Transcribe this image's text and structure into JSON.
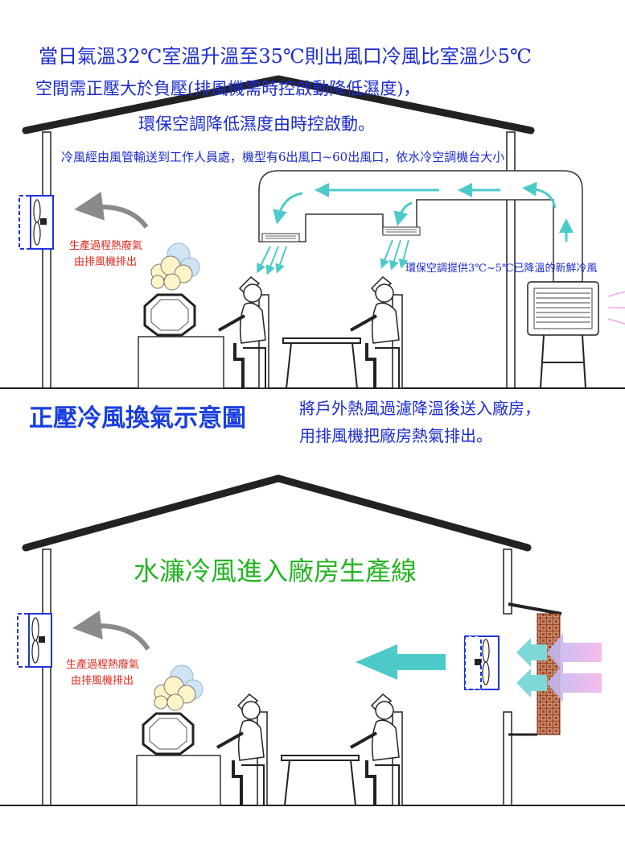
{
  "top_text": {
    "line1": "當日氣溫32℃室溫升溫至35℃則出風口冷風比室溫少5℃",
    "line2": "空間需正壓大於負壓(排風機需時控啟動降低濕度)，",
    "line3": "環保空調降低濕度由時控啟動。",
    "duct_note": "冷風經由風管輸送到工作人員處，機型有6出風口~60出風口，依水冷空調機台大小"
  },
  "diagram1": {
    "exhaust_note_line1": "生產過程熱廢氣",
    "exhaust_note_line2": "由排風機排出",
    "cooler_note": "環保空調提供3℃~5℃已降溫的新鮮冷風",
    "title": "正壓冷風換氣示意圖",
    "desc_line1": "將戶外熱風過濾降溫後送入廠房，",
    "desc_line2": "用排風機把廠房熱氣排出。"
  },
  "diagram2": {
    "title": "水濂冷風進入廠房生產線",
    "exhaust_note_line1": "生產過程熱廢氣",
    "exhaust_note_line2": "由排風機排出"
  },
  "colors": {
    "text_blue": "#1c2bd0",
    "title_blue": "#1a3ee0",
    "note_red": "#e0281c",
    "title_green": "#25b324",
    "cold_air": "#4ec9c9",
    "hot_air_pink": "#f2a7e6",
    "fan_blue": "#2233dd",
    "brick": "#a0482a"
  }
}
